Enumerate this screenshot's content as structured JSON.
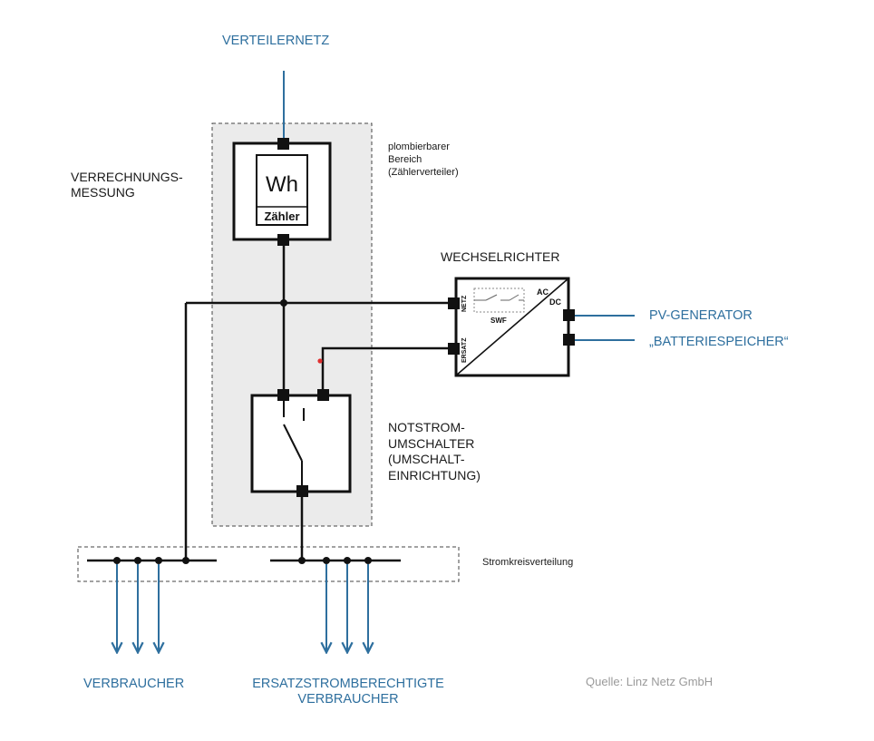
{
  "labels": {
    "verteilernetz": "VERTEILERNETZ",
    "verrechnung_line1": "VERRECHNUNGS-",
    "verrechnung_line2": "MESSUNG",
    "plombierbar_line1": "plombierbarer",
    "plombierbar_line2": "Bereich",
    "plombierbar_line3": "(Zählerverteiler)",
    "meter_unit": "Wh",
    "meter_name": "Zähler",
    "wechselrichter": "WECHSELRICHTER",
    "inverter_ac": "AC",
    "inverter_dc": "DC",
    "inverter_swf": "SWF",
    "inverter_netz": "NETZ",
    "inverter_ersatz": "ERSATZ",
    "pv_generator": "PV-GENERATOR",
    "batteriespeicher": "„BATTERIESPEICHER“",
    "notstrom_line1": "NOTSTROM-",
    "notstrom_line2": "UMSCHALTER",
    "notstrom_line3": "(UMSCHALT-",
    "notstrom_line4": "EINRICHTUNG)",
    "stromkreisverteilung": "Stromkreisverteilung",
    "verbraucher": "VERBRAUCHER",
    "ersatz_line1": "ERSATZSTROMBERECHTIGTE",
    "ersatz_line2": "VERBRAUCHER",
    "quelle": "Quelle: Linz Netz GmbH"
  },
  "colors": {
    "line": "#111111",
    "blue": "#2e6f9e",
    "area_fill": "#ebebeb",
    "marker": "#e03030"
  }
}
